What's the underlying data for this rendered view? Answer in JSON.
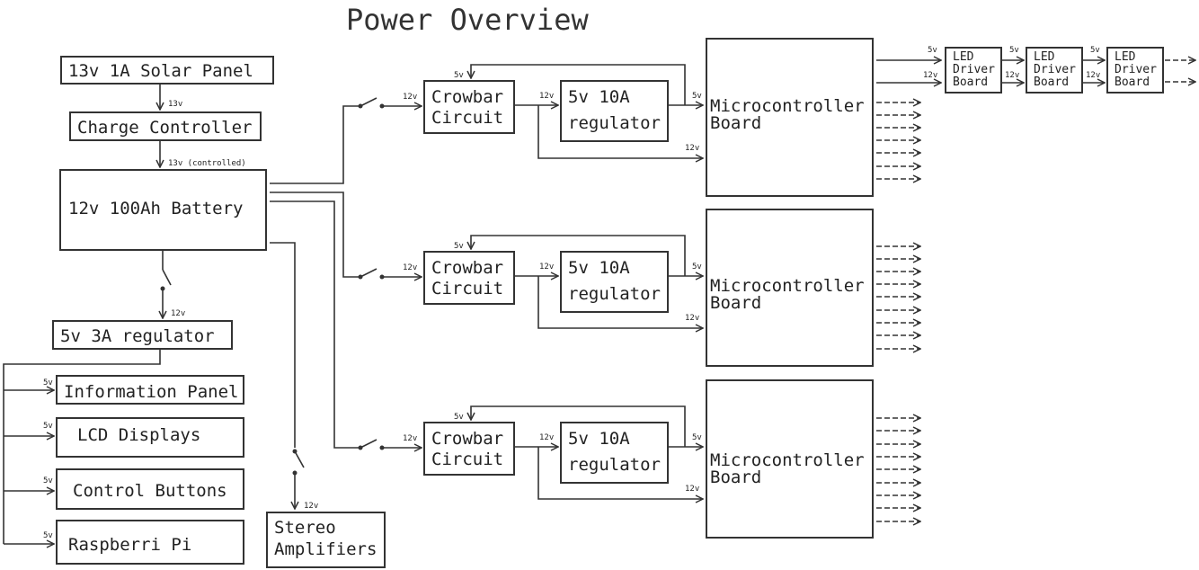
{
  "title": "Power Overview",
  "boxes": {
    "solar": "13v 1A Solar Panel",
    "charge": "Charge Controller",
    "battery": "12v 100Ah Battery",
    "reg5v3a": "5v 3A regulator",
    "info": "Information Panel",
    "lcd": "LCD Displays",
    "buttons": "Control Buttons",
    "pi": "Raspberri Pi",
    "stereo_l1": "Stereo",
    "stereo_l2": "Amplifiers",
    "crowbar_l1": "Crowbar",
    "crowbar_l2": "Circuit",
    "reg10a_l1": "5v 10A",
    "reg10a_l2": "regulator",
    "micro_l1": "Microcontroller",
    "micro_l2": "Board",
    "led_l1": "LED",
    "led_l2": "Driver",
    "led_l3": "Board"
  },
  "labels": {
    "v13": "13v",
    "v13c": "13v (controlled)",
    "v12": "12v",
    "v5": "5v"
  }
}
